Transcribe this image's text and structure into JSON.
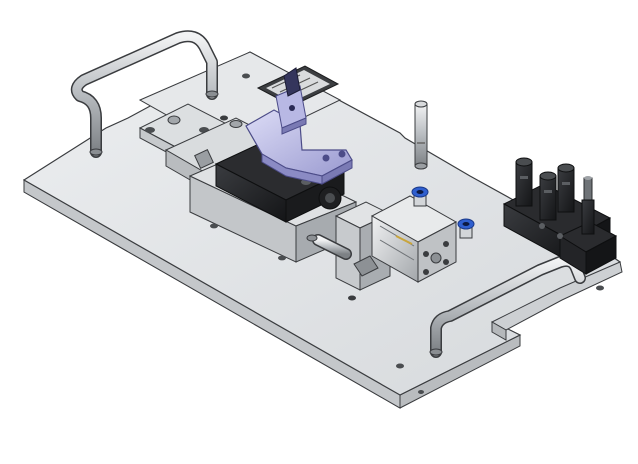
{
  "scene": {
    "background": "#ffffff",
    "colors": {
      "plate_top": "#e2e4e6",
      "plate_side": "#b9bcbf",
      "plate_edge": "#8e9194",
      "steel_light": "#d6d9dc",
      "steel_mid": "#a9adb1",
      "steel_dark": "#6e7276",
      "black_part": "#1c1d1f",
      "black_part_side": "#2f3134",
      "arm_purple": "#c9c9ea",
      "arm_purple_dark": "#8b8bc4",
      "fitting_blue": "#2f5fcf",
      "outline": "#3a3c3f"
    },
    "components": [
      "base-plate",
      "handle-left",
      "handle-right",
      "toggle-clamp",
      "clamp-arm",
      "pneumatic-cylinder",
      "valve-manifold",
      "locating-pin",
      "nameplate",
      "support-block"
    ]
  }
}
